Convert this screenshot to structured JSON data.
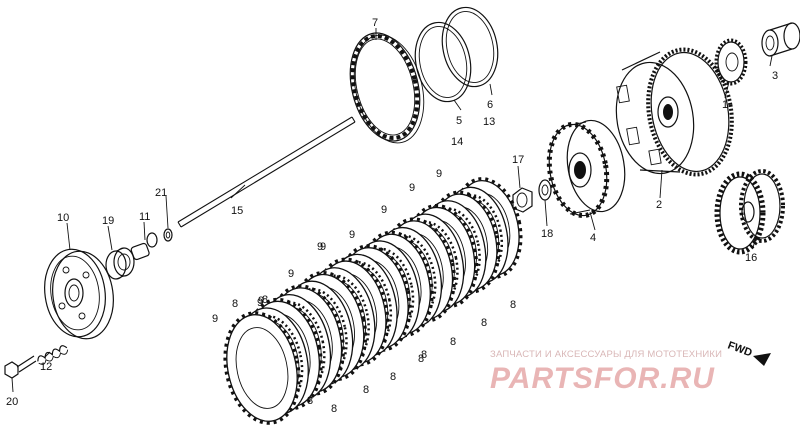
{
  "diagram": {
    "part_numbers": {
      "p1": "1",
      "p2": "2",
      "p3": "3",
      "p4": "4",
      "p5": "5",
      "p6": "6",
      "p7": "7",
      "p10": "10",
      "p11": "11",
      "p12": "12",
      "p13": "13",
      "p14": "14",
      "p15": "15",
      "p16": "16",
      "p17": "17",
      "p18": "18",
      "p19": "19",
      "p20": "20",
      "p21": "21"
    },
    "plate_labels_8": [
      "8",
      "8",
      "8",
      "8",
      "8",
      "8",
      "8",
      "8",
      "8",
      "8",
      "8"
    ],
    "plate_labels_9": [
      "9",
      "9",
      "9",
      "9",
      "9",
      "9",
      "9",
      "9",
      "9",
      "9"
    ],
    "direction_label": "FWD",
    "watermark": {
      "caption": "ЗАПЧАСТИ И АКСЕССУАРЫ ДЛЯ МОТОТЕХНИКИ",
      "brand": "PARTSFOR.RU"
    }
  }
}
